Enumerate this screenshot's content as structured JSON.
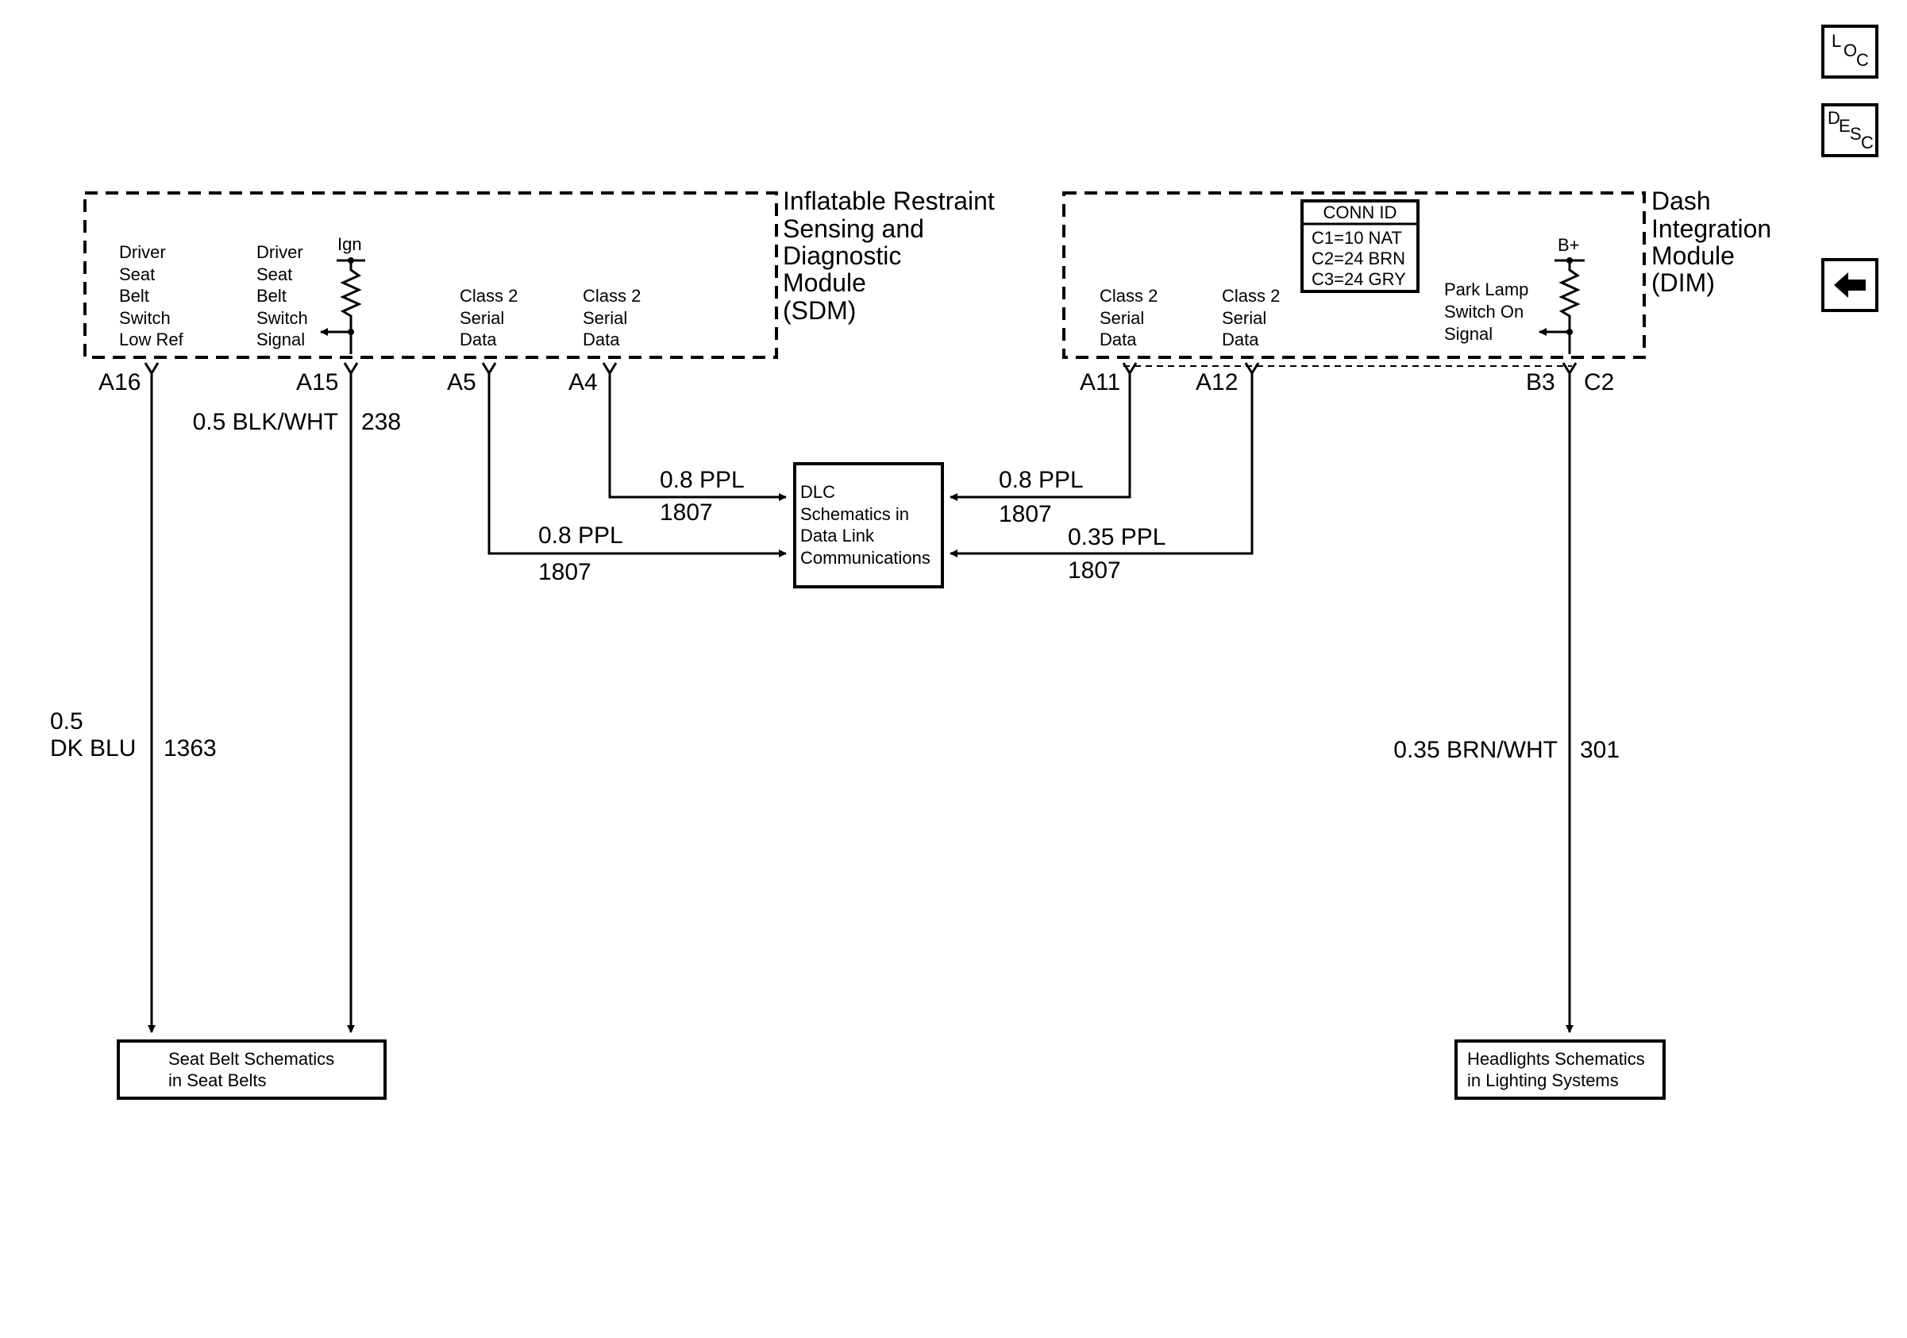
{
  "nav": {
    "loc": {
      "a": "L",
      "b": "O",
      "c": "C"
    },
    "desc": {
      "a": "D",
      "b": "E",
      "c": "S",
      "d": "C"
    }
  },
  "sdm": {
    "title": [
      "Inflatable Restraint",
      "Sensing and",
      "Diagnostic",
      "Module",
      "(SDM)"
    ],
    "ign": "Ign",
    "pins": [
      {
        "pin": "A16",
        "label": [
          "Driver",
          "Seat",
          "Belt",
          "Switch",
          "Low Ref"
        ]
      },
      {
        "pin": "A15",
        "label": [
          "Driver",
          "Seat",
          "Belt",
          "Switch",
          "Signal"
        ]
      },
      {
        "pin": "A5",
        "label": [
          "Class 2",
          "Serial",
          "Data"
        ]
      },
      {
        "pin": "A4",
        "label": [
          "Class 2",
          "Serial",
          "Data"
        ]
      }
    ]
  },
  "dim": {
    "title": [
      "Dash",
      "Integration",
      "Module",
      "(DIM)"
    ],
    "conn_id": {
      "header": "CONN ID",
      "rows": [
        "C1=10 NAT",
        "C2=24 BRN",
        "C3=24 GRY"
      ]
    },
    "bplus": "B+",
    "pins": [
      {
        "pin": "A11",
        "label": [
          "Class 2",
          "Serial",
          "Data"
        ]
      },
      {
        "pin": "A12",
        "label": [
          "Class 2",
          "Serial",
          "Data"
        ]
      },
      {
        "pin": "B3",
        "connector": "C2",
        "label": [
          "Park Lamp",
          "Switch On",
          "Signal"
        ]
      }
    ]
  },
  "wires": {
    "a16": {
      "size": "0.5",
      "color": "DK BLU",
      "circuit": "1363"
    },
    "a15": {
      "spec": "0.5 BLK/WHT",
      "circuit": "238"
    },
    "a4": {
      "spec": "0.8 PPL",
      "circuit": "1807"
    },
    "a5": {
      "spec": "0.8 PPL",
      "circuit": "1807"
    },
    "a11": {
      "spec": "0.8 PPL",
      "circuit": "1807"
    },
    "a12": {
      "spec": "0.35 PPL",
      "circuit": "1807"
    },
    "b3": {
      "spec": "0.35 BRN/WHT",
      "circuit": "301"
    }
  },
  "dlc": [
    "DLC",
    "Schematics in",
    "Data Link",
    "Communications"
  ],
  "refs": {
    "seatbelt": [
      "Seat Belt Schematics",
      "in Seat Belts"
    ],
    "headlights": [
      "Headlights Schematics",
      "in Lighting Systems"
    ]
  }
}
